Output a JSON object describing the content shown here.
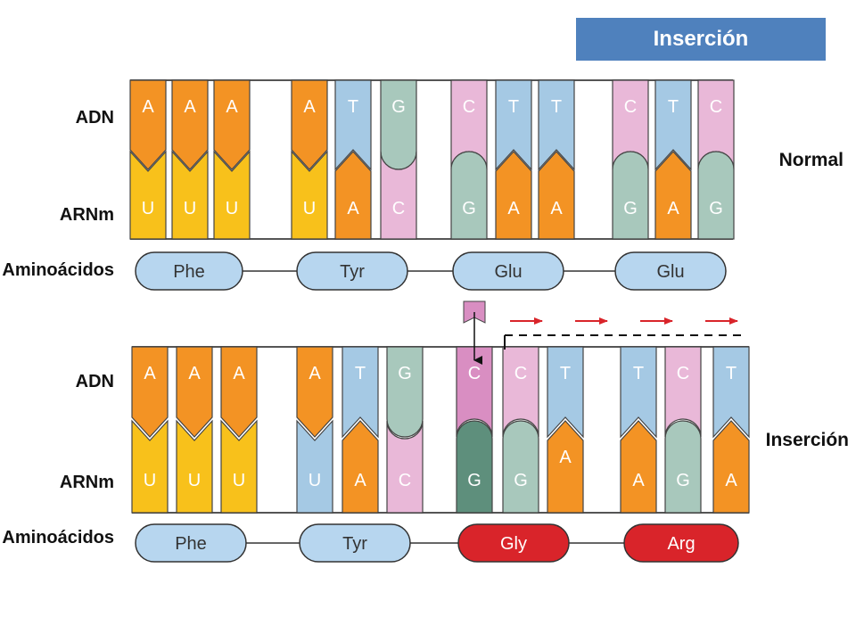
{
  "title": "Inserción",
  "row_labels": {
    "dna": "ADN",
    "mrna": "ARNm",
    "amino": "Aminoácidos"
  },
  "panels": [
    {
      "name": "Normal",
      "dna": [
        "A",
        "A",
        "A",
        "A",
        "T",
        "G",
        "C",
        "T",
        "T",
        "C",
        "T",
        "C"
      ],
      "mrna": [
        "U",
        "U",
        "U",
        "U",
        "A",
        "C",
        "G",
        "A",
        "A",
        "G",
        "A",
        "G"
      ],
      "amino_acids": [
        {
          "label": "Phe",
          "mutated": false
        },
        {
          "label": "Tyr",
          "mutated": false
        },
        {
          "label": "Glu",
          "mutated": false
        },
        {
          "label": "Glu",
          "mutated": false
        }
      ]
    },
    {
      "name": "Inserción",
      "dna": [
        "A",
        "A",
        "A",
        "A",
        "T",
        "G",
        "C",
        "C",
        "T",
        "T",
        "C",
        "T"
      ],
      "mrna": [
        "U",
        "U",
        "U",
        "U",
        "A",
        "C",
        "G",
        "G",
        "A",
        "A",
        "G",
        "A"
      ],
      "inserted_index": 6,
      "amino_acids": [
        {
          "label": "Phe",
          "mutated": false
        },
        {
          "label": "Tyr",
          "mutated": false
        },
        {
          "label": "Gly",
          "mutated": true
        },
        {
          "label": "Arg",
          "mutated": true
        }
      ]
    }
  ],
  "colors": {
    "A": "#f39324",
    "T": "#a5c9e4",
    "G": "#a8c8bc",
    "C": "#e9b8d8",
    "U": "#f8c11b",
    "U_mut": "#a5c9e4",
    "G_inserted": "#5e8f7c",
    "C_inserted": "#d98ec2",
    "amino_normal": "#b7d6ef",
    "amino_mutated": "#d9242a",
    "shift_arrow": "#d9242a"
  }
}
